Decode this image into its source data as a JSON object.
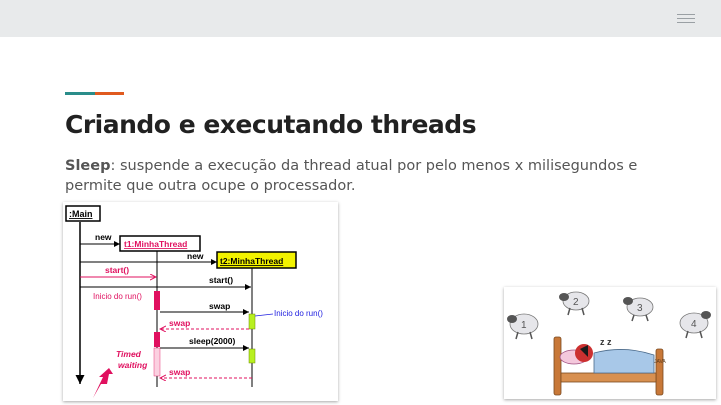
{
  "header": {
    "menu_icon": "hamburger-menu-icon"
  },
  "accent_colors": {
    "teal": "#2a8d8a",
    "orange": "#e05a1f"
  },
  "slide": {
    "title": "Criando e executando threads",
    "body_bold": "Sleep",
    "body_rest": ": suspende a execução  da thread atual por pelo menos x milisegundos e permite que outra ocupe o processador."
  },
  "diagram": {
    "main_label": ":Main",
    "t1_label": "t1:MinhaThread",
    "t2_label": "t2:MinhaThread",
    "msg_new_1": "new",
    "msg_new_2": "new",
    "msg_start_1": "start()",
    "msg_start_2": "start()",
    "note_inicio_1": "Inicio do run()",
    "msg_swap_1": "swap",
    "note_inicio_2": "Inicio do run()",
    "msg_swap_2": "swap",
    "msg_sleep": "sleep(2000)",
    "note_timed": "Timed",
    "note_waiting": "waiting",
    "msg_swap_3": "swap"
  },
  "illustration": {
    "sheep_numbers": [
      "1",
      "2",
      "3",
      "4"
    ],
    "bed_label": "JAVA",
    "sleep_marks": "z z"
  }
}
